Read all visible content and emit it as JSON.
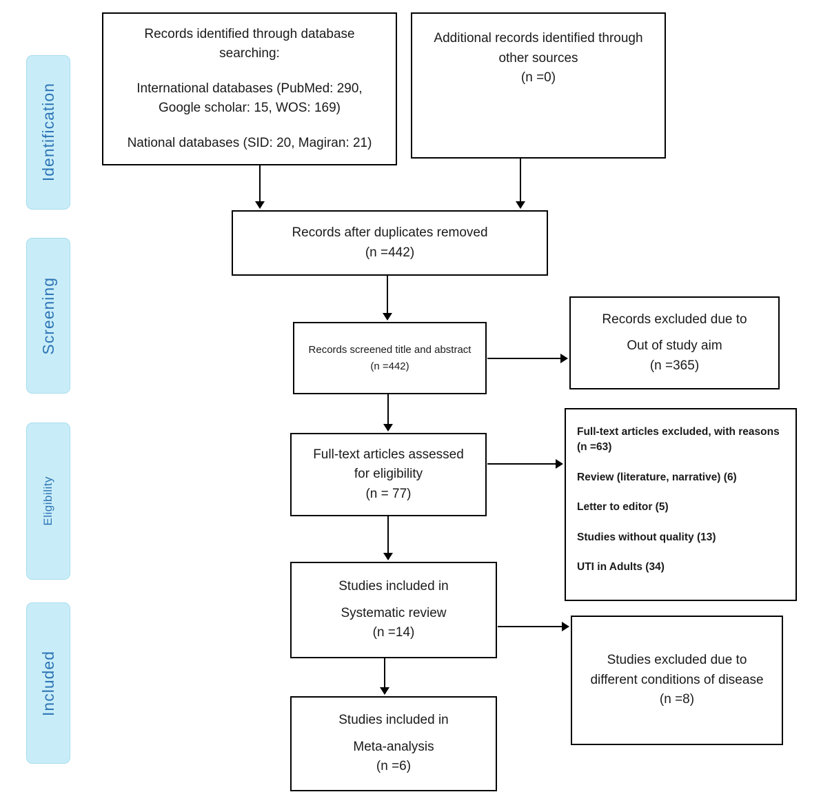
{
  "phases": {
    "identification": "Identification",
    "screening": "Screening",
    "eligibility": "Eligibility",
    "included": "Included"
  },
  "boxes": {
    "database_search": {
      "heading": "Records identified through database searching:",
      "international": "International databases (PubMed: 290, Google scholar: 15, WOS: 169)",
      "national": "National databases (SID: 20, Magiran: 21)"
    },
    "other_sources": {
      "text": "Additional records identified through other sources",
      "count": "(n =0)"
    },
    "duplicates_removed": {
      "text": "Records after duplicates removed",
      "count": "(n =442)"
    },
    "screened": {
      "text": "Records screened title and abstract",
      "count": "(n =442)"
    },
    "excluded_screening": {
      "line1": "Records excluded due to",
      "line2": "Out of study aim",
      "count": "(n =365)"
    },
    "fulltext_assessed": {
      "text": "Full-text articles assessed for eligibility",
      "count": "(n = 77)"
    },
    "fulltext_excluded": {
      "heading": "Full-text articles excluded, with reasons",
      "count": "(n =63)",
      "reasons": [
        "Review (literature, narrative) (6)",
        "Letter to editor (5)",
        "Studies without quality (13)",
        "UTI in Adults (34)"
      ]
    },
    "systematic_review": {
      "line1": "Studies included in",
      "line2": "Systematic review",
      "count": "(n =14)"
    },
    "excluded_conditions": {
      "text": "Studies excluded due to different conditions of disease",
      "count": "(n =8)"
    },
    "meta_analysis": {
      "line1": "Studies included in",
      "line2": "Meta-analysis",
      "count": "(n =6)"
    }
  },
  "colors": {
    "phase_fill": "#c9edf8",
    "phase_text": "#2e75b6",
    "box_border": "#000000",
    "background": "#ffffff"
  }
}
